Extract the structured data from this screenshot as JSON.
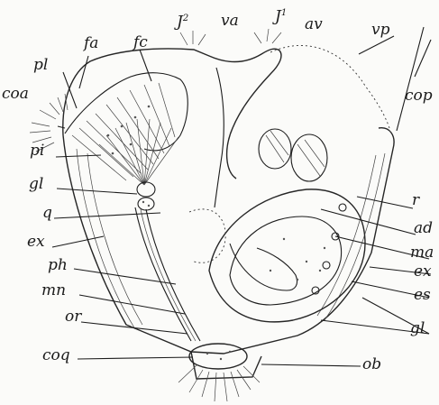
{
  "figure": {
    "labels": {
      "pl": "pl",
      "fa": "fa",
      "fc": "fc",
      "j2": "J2",
      "va": "va",
      "j1": "J1",
      "av": "av",
      "vp": "vp",
      "coa": "coa",
      "cop": "cop",
      "pi": "pi",
      "r": "r",
      "gl_left": "gl",
      "ad": "ad",
      "q": "q",
      "ma": "ma",
      "ex_left": "ex",
      "ex_right": "ex",
      "ph": "ph",
      "es": "es",
      "mn": "mn",
      "gl_right": "gl",
      "or": "or",
      "coq": "coq",
      "ob": "ob"
    },
    "colors": {
      "ink": "#1c1c1c",
      "paper": "#fbfbf9"
    }
  }
}
